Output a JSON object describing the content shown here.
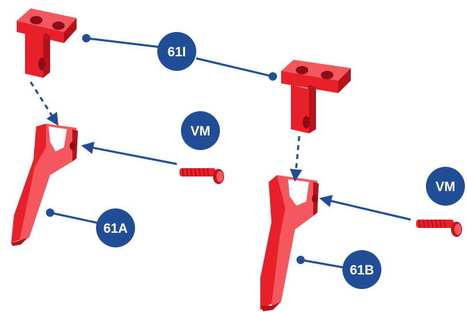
{
  "colors": {
    "part_red": "#e8202a",
    "part_red_dark": "#b5121b",
    "part_red_light": "#f4585e",
    "callout_blue": "#1f4e96",
    "background": "#ffffff"
  },
  "labels": {
    "part_61i": "61I",
    "part_61a": "61A",
    "part_61b": "61B",
    "screw_vm_left": "VM",
    "screw_vm_right": "VM"
  },
  "icons": {
    "bracket": "t-bracket-part",
    "lever": "tapered-lever-part",
    "screw": "screw-part"
  }
}
